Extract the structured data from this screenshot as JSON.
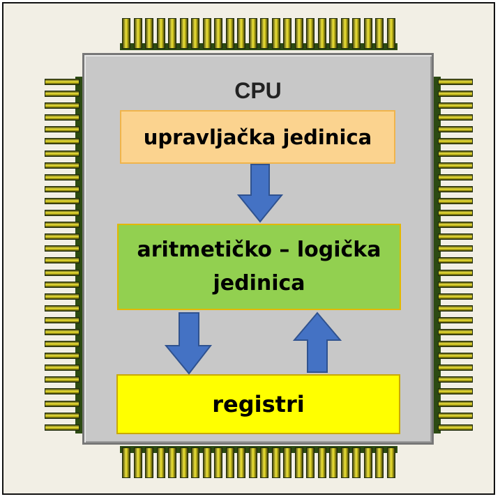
{
  "diagram": {
    "title": "CPU",
    "control_unit": "upravljačka jedinica",
    "alu": "aritmetičko – logička jedinica",
    "registers": "registri"
  },
  "colors": {
    "chip_body": "#c8c8c8",
    "control_unit_fill": "#fbd38f",
    "alu_fill": "#92d050",
    "registers_fill": "#ffff00",
    "arrow_fill": "#4472c4",
    "pin_gold": "#e9df3e"
  }
}
